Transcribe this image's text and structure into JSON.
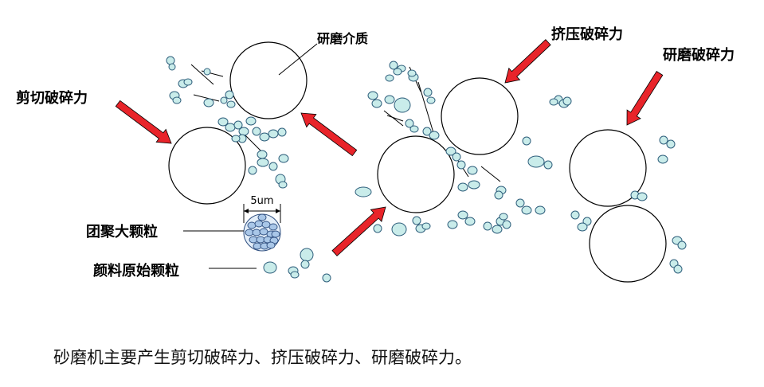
{
  "labels": {
    "grinding_media": "研磨介质",
    "squeeze_force": "挤压破碎力",
    "grind_force": "研磨破碎力",
    "shear_force": "剪切破碎力",
    "agglomerate": "团聚大颗粒",
    "primary_particle": "颜料原始颗粒",
    "scale": "5um"
  },
  "caption": "砂磨机主要产生剪切破碎力、挤压破碎力、研磨破碎力。",
  "colors": {
    "arrow": "#e8242a",
    "particle_fill": "#c9ecea",
    "particle_stroke": "#2f5f7c",
    "agglomerate_fill": "#a9c7e8"
  }
}
